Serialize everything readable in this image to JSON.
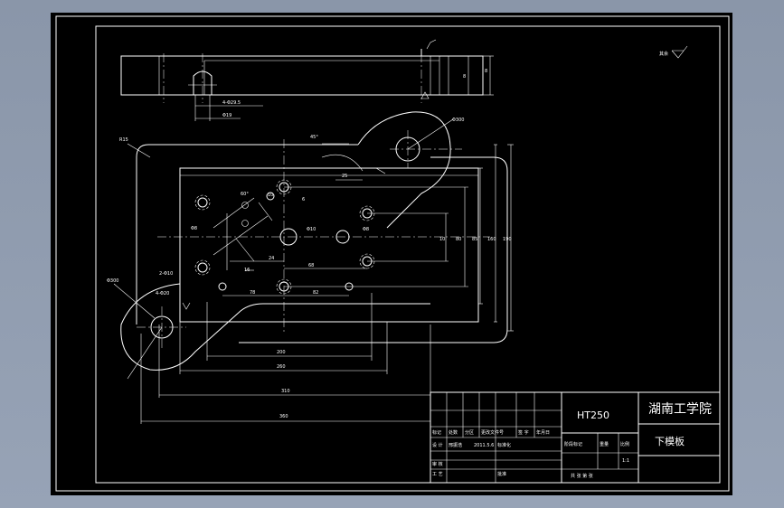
{
  "drawing": {
    "roughness_label": "其余",
    "dimensions": {
      "d_top_hole": "Φ300",
      "d_counterbore": "Φ19",
      "counterbore_note": "4-Φ29.5",
      "angle": "45°",
      "d_25": "25",
      "r_corner": "R15",
      "angle_60": "60°",
      "h1": "10",
      "h2": "16",
      "d_phi8": "Φ8",
      "d_phi10": "Φ10",
      "d_phi8b": "Φ8",
      "d_4phi10": "2-Φ10",
      "d_4phi20": "4-Φ20",
      "v_9": "10",
      "d_phi300_side": "Φ300",
      "d_24": "24",
      "d_68": "68",
      "d_78": "78",
      "d_82": "82",
      "d_6": "6",
      "v_80": "80",
      "v_85": "85",
      "v_160": "160",
      "v_190": "190",
      "h_200": "200",
      "h_260": "260",
      "h_310": "310",
      "h_360": "360",
      "side_h": "8",
      "side_h2": "8"
    }
  },
  "title_block": {
    "material": "HT250",
    "school": "湖南工学院",
    "part_name": "下模板",
    "hdr_1": "标记",
    "hdr_2": "处数",
    "hdr_3": "分区",
    "hdr_4": "更改文件号",
    "hdr_5": "签 字",
    "hdr_6": "年月日",
    "row_design": "设 计",
    "row_designer": "邢振浩",
    "row_date": "2011.5.6",
    "row_std": "标准化",
    "row_review": "审 核",
    "row_process": "工 艺",
    "row_approve": "批准",
    "stage_mark": "阶段标记",
    "weight": "重量",
    "scale": "比例",
    "scale_value": "1:1",
    "sheets": "共   张  第   张"
  }
}
